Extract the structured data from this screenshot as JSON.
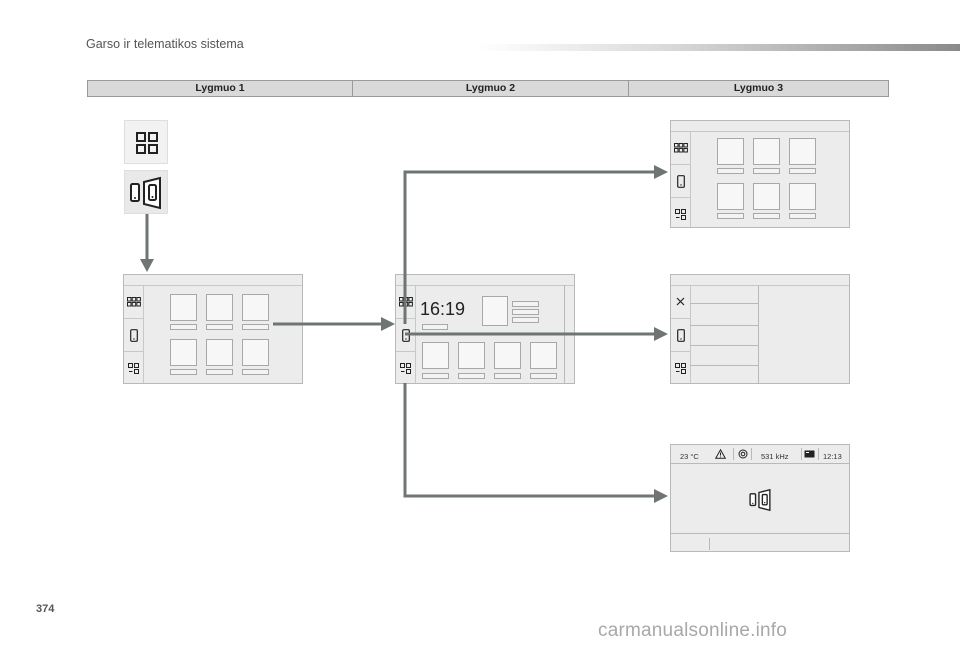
{
  "header": {
    "title": "Garso ir telematikos sistema"
  },
  "levels": [
    "Lygmuo 1",
    "Lygmuo 2",
    "Lygmuo 3"
  ],
  "page_number": "374",
  "watermark": "carmanualsonline.info",
  "home_screen": {
    "clock": "16:19"
  },
  "status_bar": {
    "temperature": "23 °C",
    "frequency": "531 kHz",
    "time": "12:13"
  },
  "icons": [
    "apps-grid-icon",
    "smartphone-icon",
    "mirror-screen-icon",
    "close-icon",
    "warning-icon",
    "radio-icon"
  ]
}
